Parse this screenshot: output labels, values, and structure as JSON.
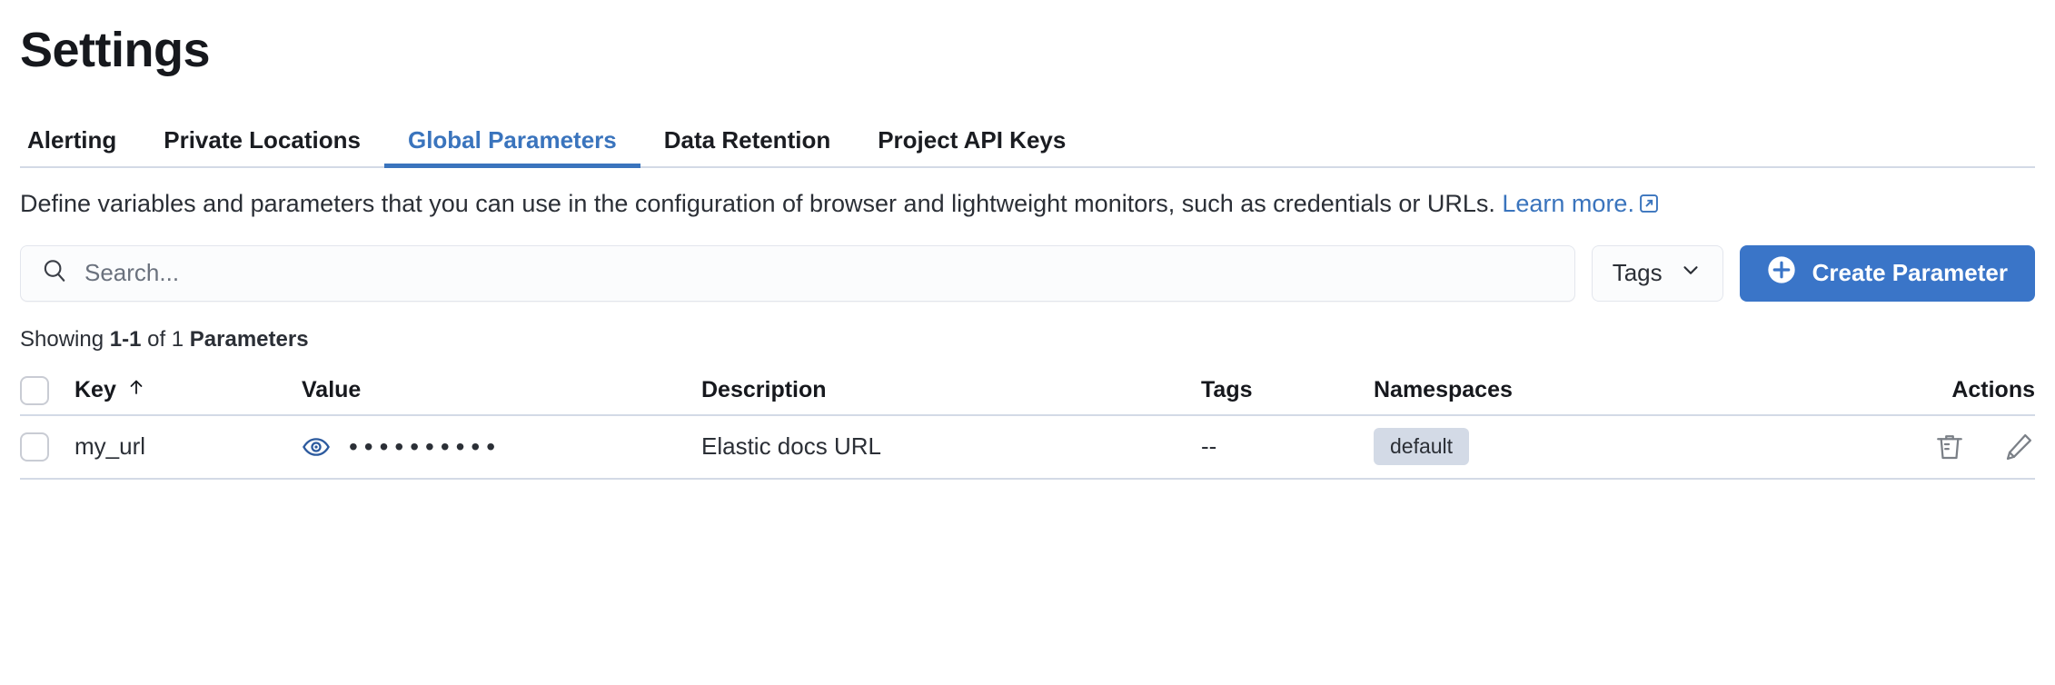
{
  "header": {
    "title": "Settings"
  },
  "tabs": [
    {
      "label": "Alerting",
      "active": false,
      "name": "tab-alerting"
    },
    {
      "label": "Private Locations",
      "active": false,
      "name": "tab-private-locations"
    },
    {
      "label": "Global Parameters",
      "active": true,
      "name": "tab-global-parameters"
    },
    {
      "label": "Data Retention",
      "active": false,
      "name": "tab-data-retention"
    },
    {
      "label": "Project API Keys",
      "active": false,
      "name": "tab-project-api-keys"
    }
  ],
  "description": {
    "text": "Define variables and parameters that you can use in the configuration of browser and lightweight monitors, such as credentials or URLs. ",
    "link_label": "Learn more.",
    "link_icon": "external-link-icon"
  },
  "controls": {
    "search_placeholder": "Search...",
    "search_value": "",
    "search_icon": "search-icon",
    "tags_label": "Tags",
    "tags_chevron_icon": "chevron-down-icon",
    "create_label": "Create Parameter",
    "create_icon": "plus-circle-icon"
  },
  "results": {
    "prefix": "Showing ",
    "range": "1-1",
    "middle": " of 1 ",
    "noun": "Parameters"
  },
  "table": {
    "columns": [
      {
        "label": "Key",
        "name": "column-key",
        "sort_icon": "arrow-up-icon"
      },
      {
        "label": "Value",
        "name": "column-value"
      },
      {
        "label": "Description",
        "name": "column-description"
      },
      {
        "label": "Tags",
        "name": "column-tags"
      },
      {
        "label": "Namespaces",
        "name": "column-namespaces"
      },
      {
        "label": "Actions",
        "name": "column-actions"
      }
    ],
    "rows": [
      {
        "key": "my_url",
        "value_masked": "••••••••••",
        "value_toggle_icon": "eye-icon",
        "description": "Elastic docs URL",
        "tags": "--",
        "namespace": "default",
        "actions": [
          "trash-icon",
          "pencil-icon"
        ]
      }
    ]
  },
  "colors": {
    "accent": "#3a74bd",
    "primary_button": "#3a75c8",
    "border": "#d3dae6",
    "text": "#1a1c21",
    "badge_bg": "#d3dae6",
    "eye_icon": "#2c5a9e"
  }
}
